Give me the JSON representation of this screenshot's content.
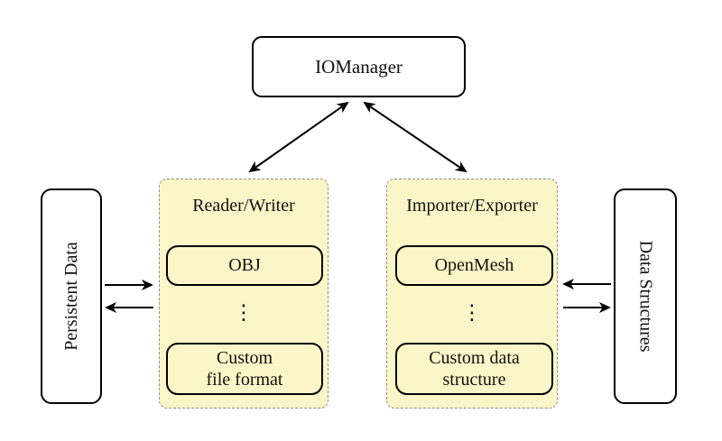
{
  "diagram": {
    "kind": "architecture-diagram",
    "io_manager": {
      "label": "IOManager"
    },
    "reader_writer": {
      "title": "Reader/Writer",
      "top_item": "OBJ",
      "ellipsis": "⋮",
      "bottom_item_line1": "Custom",
      "bottom_item_line2": "file format"
    },
    "importer_exporter": {
      "title": "Importer/Exporter",
      "top_item": "OpenMesh",
      "ellipsis": "⋮",
      "bottom_item_line1": "Custom data",
      "bottom_item_line2": "structure"
    },
    "persistent_data": {
      "label": "Persistent Data"
    },
    "data_structures": {
      "label": "Data Structures"
    },
    "connections": [
      {
        "from": "IOManager",
        "to": "Reader/Writer",
        "bidirectional": true
      },
      {
        "from": "IOManager",
        "to": "Importer/Exporter",
        "bidirectional": true
      },
      {
        "from": "Persistent Data",
        "to": "Reader/Writer",
        "style": "two one-way arrows"
      },
      {
        "from": "Importer/Exporter",
        "to": "Data Structures",
        "style": "two one-way arrows"
      }
    ],
    "colors": {
      "background": "#FFFFFF",
      "group_fill": "#FBF6C7",
      "group_dashed_border": "#909090",
      "node_border": "#000000",
      "node_fill": "#FFFFFF",
      "arrow": "#000000",
      "text": "#111111"
    }
  }
}
